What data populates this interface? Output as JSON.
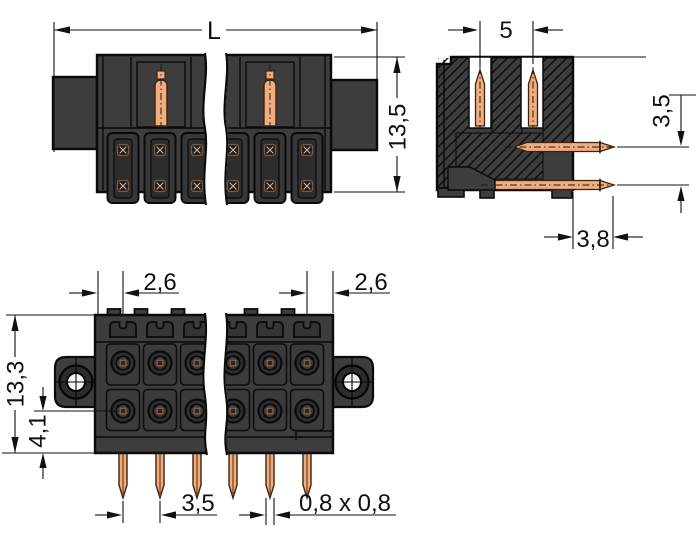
{
  "title": "Male header connector - dimensional technical drawing",
  "dims": {
    "L": "L",
    "h135": "13,5",
    "w5": "5",
    "v35": "3,5",
    "l38": "3,8",
    "left26": "2,6",
    "right26": "2,6",
    "h133": "13,3",
    "v41": "4,1",
    "pitch35": "3,5",
    "sq08": "0,8 x 0,8"
  },
  "colors": {
    "paper": "#ffffff",
    "ink": "#111111",
    "bodyc": "#3d3d3d",
    "pocketc": "#373737",
    "pocketinner": "#2d2d2d",
    "cellc": "#3b3b3b",
    "copper": "#f0ad80",
    "copperline": "#40230a",
    "screwface": "#1c1c1c",
    "white": "#ffffff"
  }
}
